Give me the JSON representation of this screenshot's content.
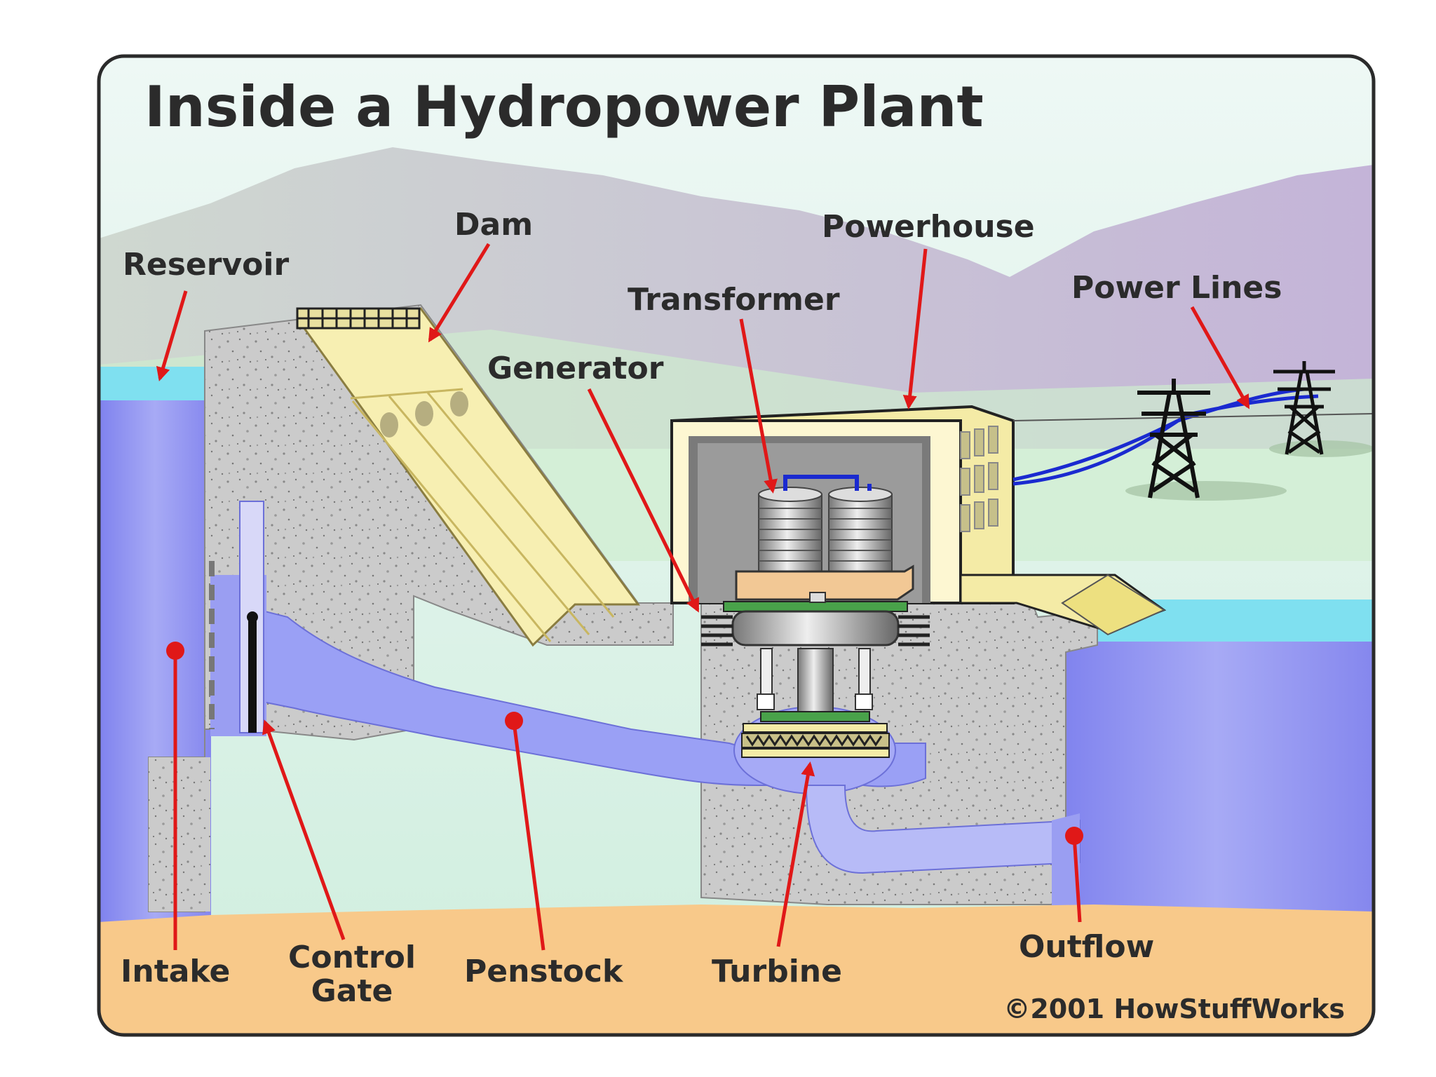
{
  "title": "Inside a Hydropower Plant",
  "copyright": "©2001 HowStuffWorks",
  "labels": {
    "reservoir": "Reservoir",
    "dam": "Dam",
    "powerhouse": "Powerhouse",
    "transformer": "Transformer",
    "power_lines": "Power Lines",
    "generator": "Generator",
    "intake": "Intake",
    "control_gate_line1": "Control",
    "control_gate_line2": "Gate",
    "penstock": "Penstock",
    "turbine": "Turbine",
    "outflow": "Outflow"
  },
  "colors": {
    "sky": "#d6f0e8",
    "mountain": "#c9c5d4",
    "water": "#8c8ef0",
    "water_surface": "#7fe0f0",
    "concrete": "#c8c8c8",
    "ground": "#f8c98a",
    "dam_face": "#f8f0b0",
    "arrow": "#e01818",
    "cable": "#1a2ad0"
  }
}
